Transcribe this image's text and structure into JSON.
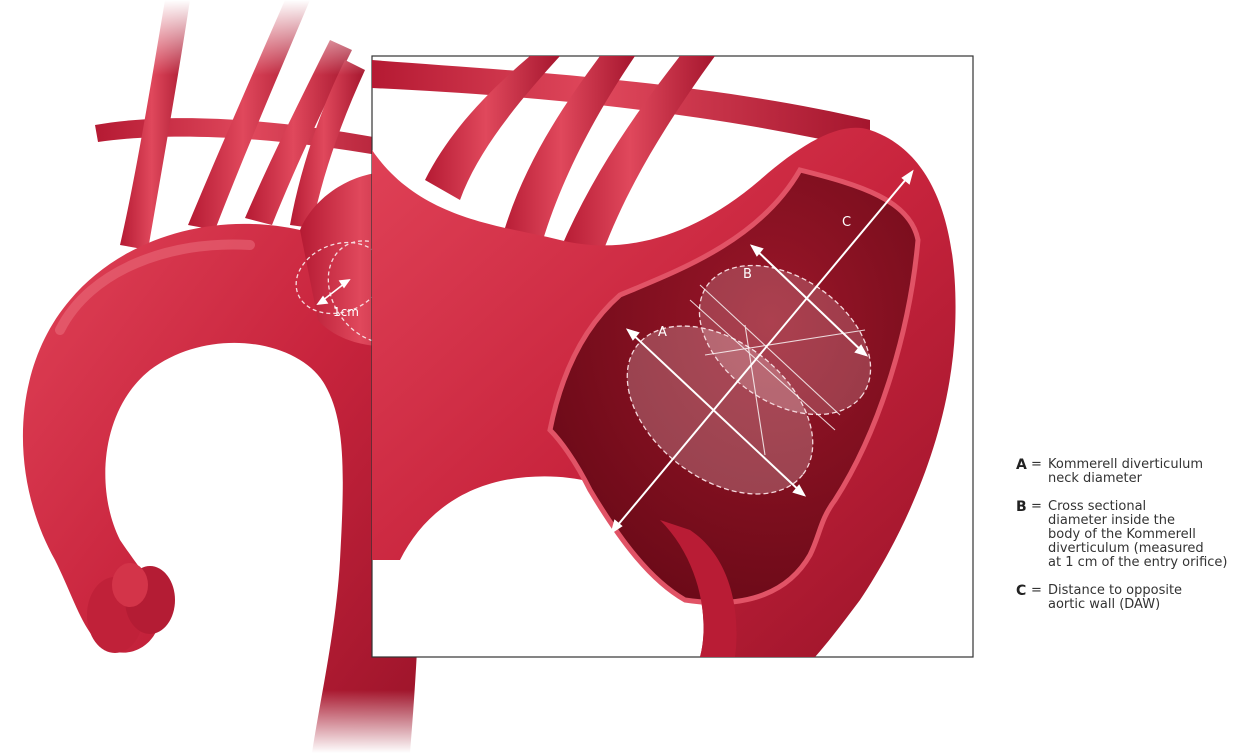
{
  "labels": {
    "one_cm": "1cm",
    "a": "A",
    "b": "B",
    "c": "C"
  },
  "legend": [
    {
      "key": "A",
      "eq": "=",
      "text": "Kommerell diverticulum\nneck diameter"
    },
    {
      "key": "B",
      "eq": "=",
      "text": "Cross sectional\ndiameter inside the\nbody of the Kommerell\ndiverticulum (measured\nat 1 cm of the entry orifice)"
    },
    {
      "key": "C",
      "eq": "=",
      "text": "Distance to opposite\naortic wall (DAW)"
    }
  ],
  "colors": {
    "vessel": "#c8243d",
    "vessel_dark": "#8e0f22",
    "lumen": "#7a0c1c",
    "rim": "#e45a6c",
    "measure": "#ffffff"
  }
}
